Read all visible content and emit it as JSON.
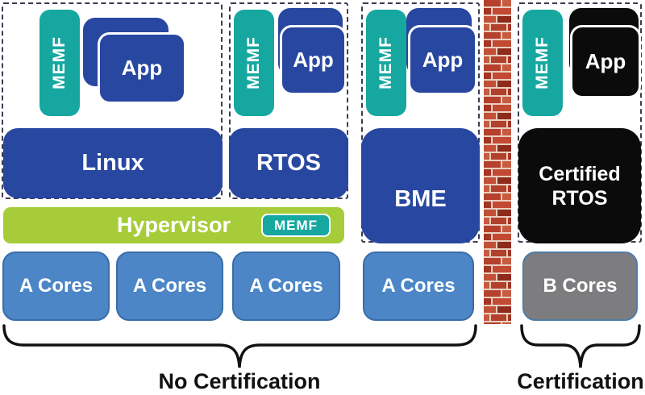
{
  "partitions": [
    {
      "memf_label": "MEMF",
      "app_label": "App",
      "os_label": "Linux"
    },
    {
      "memf_label": "MEMF",
      "app_label": "App",
      "os_label": "RTOS"
    },
    {
      "memf_label": "MEMF",
      "app_label": "App",
      "os_label": "BME"
    },
    {
      "memf_label": "MEMF",
      "app_label": "App",
      "os_label": "Certified RTOS"
    }
  ],
  "hypervisor": {
    "label": "Hypervisor",
    "badge_label": "MEMF"
  },
  "cores": {
    "a_core_label": "A Cores",
    "a_core_count": 4,
    "b_core_label": "B Cores"
  },
  "footer": {
    "left_brace_label": "No Certification",
    "right_brace_label": "Certification"
  },
  "colors": {
    "dark_blue": "#2847a0",
    "teal": "#16a8a0",
    "hypervisor_green": "#a6cd39",
    "a_core_blue": "#4c86c6",
    "b_core_gray": "#7d7d80",
    "certified_black": "#0b0b0b",
    "brick_red": "#c24a33",
    "mortar": "#e8cfc0",
    "dash_border": "#3c3c50",
    "label_text": "#111111"
  }
}
